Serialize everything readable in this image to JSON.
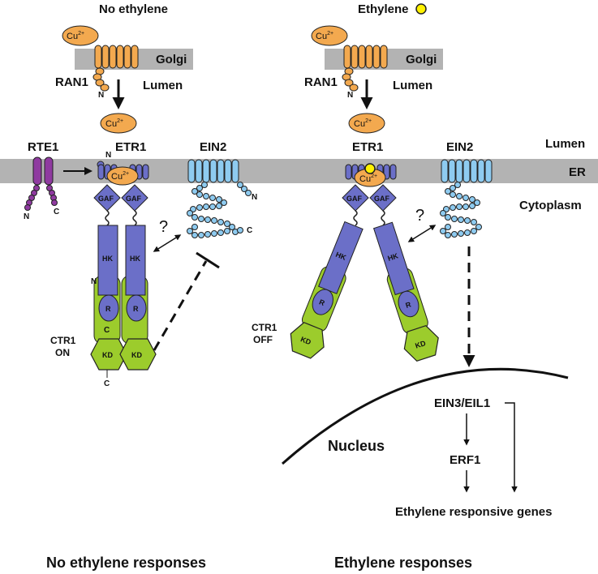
{
  "left_panel": {
    "title": "No ethylene",
    "golgi": "Golgi",
    "lumen_golgi": "Lumen",
    "ran1": "RAN1",
    "ran1_n": "N",
    "cu": "Cu",
    "cu_sup": "2+",
    "rte1": "RTE1",
    "rte1_n": "N",
    "rte1_c": "C",
    "etr1": "ETR1",
    "etr1_n": "N",
    "ein2": "EIN2",
    "ein2_n": "N",
    "ein2_c": "C",
    "gaf": "GAF",
    "hk": "HK",
    "r": "R",
    "kd": "KD",
    "question": "?",
    "ctr1_n": "N",
    "ctr1_c1": "C",
    "ctr1_c2": "C",
    "ctr1_line1": "CTR1",
    "ctr1_line2": "ON",
    "response": "No ethylene responses"
  },
  "right_panel": {
    "title": "Ethylene",
    "golgi": "Golgi",
    "lumen_golgi": "Lumen",
    "ran1": "RAN1",
    "ran1_n": "N",
    "cu": "Cu",
    "cu_sup": "2+",
    "etr1": "ETR1",
    "ein2": "EIN2",
    "gaf": "GAF",
    "hk": "HK",
    "r": "R",
    "kd": "KD",
    "question": "?",
    "ctr1_line1": "CTR1",
    "ctr1_line2": "OFF",
    "nucleus": "Nucleus",
    "ein3": "EIN3/EIL1",
    "erf1": "ERF1",
    "genes": "Ethylene responsive genes",
    "response": "Ethylene responses"
  },
  "compartments": {
    "lumen": "Lumen",
    "er": "ER",
    "cytoplasm": "Cytoplasm"
  },
  "colors": {
    "membrane": "#b3b3b3",
    "ran1": "#f3a94f",
    "copper": "#f3a94f",
    "receptor": "#6b6fc8",
    "ctr1": "#9ccc2c",
    "ein2": "#8ecbf0",
    "rte1": "#8f3aa0",
    "ethylene": "#fff200"
  }
}
